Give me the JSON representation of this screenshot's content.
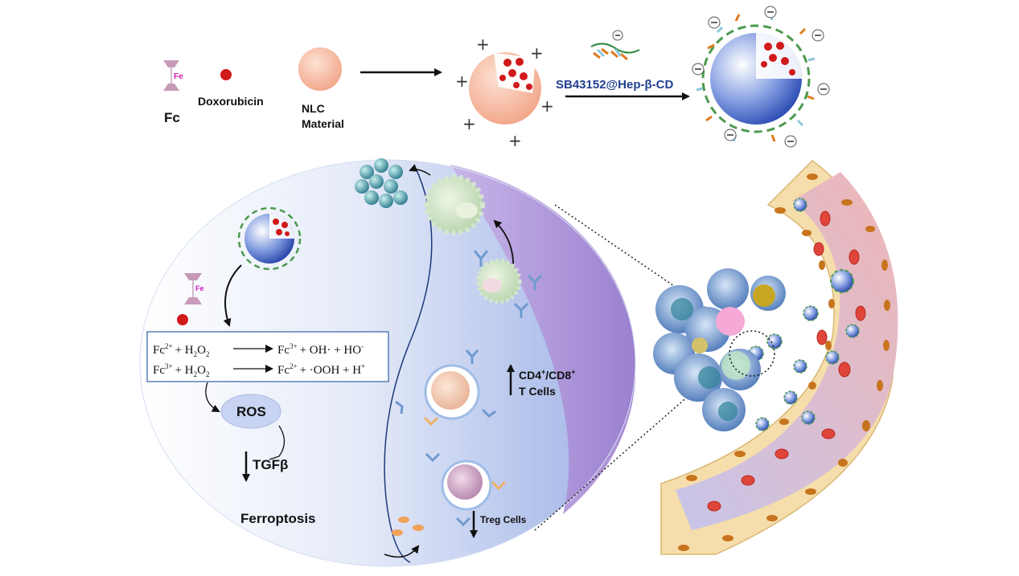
{
  "legend": {
    "fc_label": "Fc",
    "fe_symbol": "Fe",
    "dox_label": "Doxorubicin",
    "nlc_label_line1": "NLC",
    "nlc_label_line2": "Material"
  },
  "process": {
    "coating_label": "SB43152@Hep-β-CD",
    "plus_sign": "+",
    "minus_sign": "−"
  },
  "reactions": {
    "r1_lhs": "Fc",
    "r1_lhs_charge": "2+",
    "r1_reagent": "+ H",
    "r1_reagent_sub": "2",
    "r1_reagent_o": "O",
    "r1_reagent_sub2": "2",
    "r1_rhs": "Fc",
    "r1_rhs_charge": "3+",
    "r1_products": "+ OH· + HO",
    "r1_products_charge": "-",
    "r2_lhs": "Fc",
    "r2_lhs_charge": "3+",
    "r2_reagent": "+ H",
    "r2_reagent_sub": "2",
    "r2_reagent_o": "O",
    "r2_reagent_sub2": "2",
    "r2_rhs": "Fc",
    "r2_rhs_charge": "2+",
    "r2_products": "+ ·OOH + H",
    "r2_products_charge": "+"
  },
  "pathway": {
    "ros_label": "ROS",
    "tgfb_label": "TGFβ",
    "ferroptosis_label": "Ferroptosis"
  },
  "immune": {
    "tcell_line1": "CD4",
    "tcell_sup1": "+",
    "tcell_slash": "/CD8",
    "tcell_sup2": "+",
    "tcell_line2": "T Cells",
    "treg_label": "Treg Cells"
  },
  "colors": {
    "arrow": "#111111",
    "coating_text": "#1f3f8f",
    "dox_red": "#d11a1a",
    "nlc_peach": "#f6b49a",
    "nanoparticle_blue": "#3f64c8",
    "ellipse_blue": "#c9d5f0",
    "ellipse_purple": "#b79ad8",
    "vessel_wall": "#f3d9a6",
    "vessel_lumen": "#d9b3c9",
    "rbc_red": "#e0453a"
  }
}
